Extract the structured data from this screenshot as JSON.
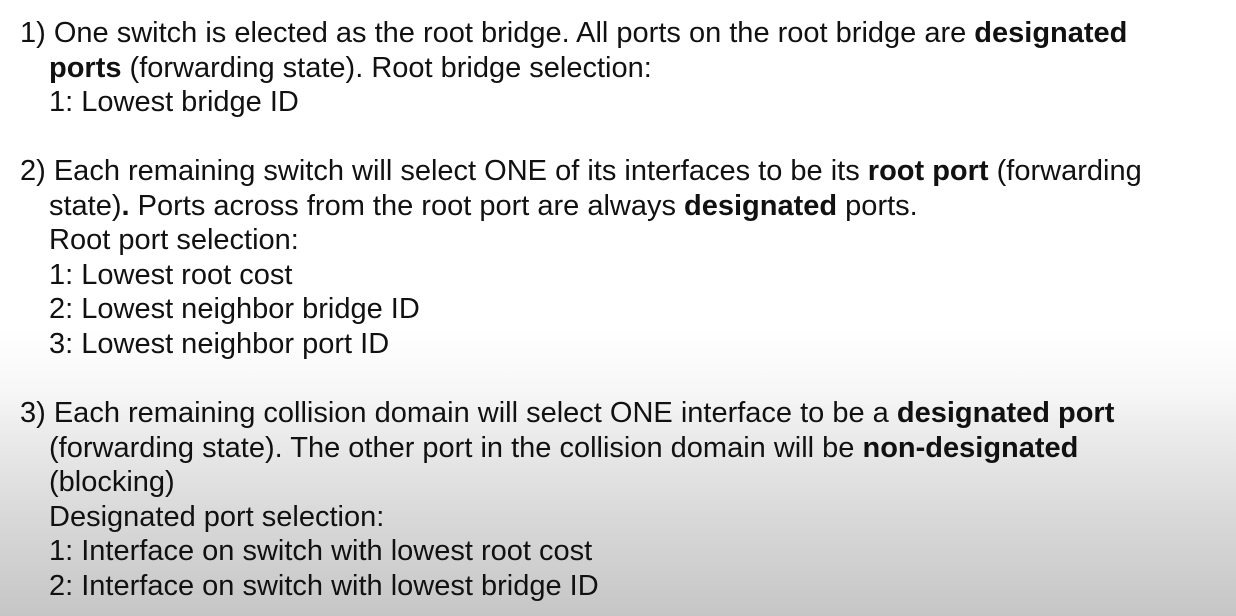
{
  "points": [
    {
      "lines": [
        [
          {
            "t": "1) One switch is elected as the root bridge.  All ports on the root bridge are ",
            "b": false
          },
          {
            "t": "designated",
            "b": true
          }
        ],
        [
          {
            "t": "ports",
            "b": true
          },
          {
            "t": " (forwarding state).  Root bridge selection:",
            "b": false
          }
        ],
        [
          {
            "t": "1: Lowest bridge ID",
            "b": false
          }
        ]
      ]
    },
    {
      "lines": [
        [
          {
            "t": "2) Each remaining switch will select ONE of its interfaces to be its ",
            "b": false
          },
          {
            "t": "root port",
            "b": true
          },
          {
            "t": " (forwarding",
            "b": false
          }
        ],
        [
          {
            "t": "state)",
            "b": false
          },
          {
            "t": ".",
            "b": true
          },
          {
            "t": "  Ports across from the root port are always ",
            "b": false
          },
          {
            "t": "designated",
            "b": true
          },
          {
            "t": " ports.",
            "b": false
          }
        ],
        [
          {
            "t": "Root port selection:",
            "b": false
          }
        ],
        [
          {
            "t": "1: Lowest root cost",
            "b": false
          }
        ],
        [
          {
            "t": "2: Lowest neighbor bridge ID",
            "b": false
          }
        ],
        [
          {
            "t": "3: Lowest neighbor port ID",
            "b": false
          }
        ]
      ]
    },
    {
      "lines": [
        [
          {
            "t": "3) Each remaining collision domain will select ONE interface to be a ",
            "b": false
          },
          {
            "t": "designated port",
            "b": true
          }
        ],
        [
          {
            "t": "(forwarding state).  The other port in the collision domain will be ",
            "b": false
          },
          {
            "t": "non-designated",
            "b": true
          }
        ],
        [
          {
            "t": "(blocking)",
            "b": false
          }
        ],
        [
          {
            "t": "Designated port selection:",
            "b": false
          }
        ],
        [
          {
            "t": "1: Interface on switch with lowest root cost",
            "b": false
          }
        ],
        [
          {
            "t": "2: Interface on switch with lowest bridge ID",
            "b": false
          }
        ]
      ]
    }
  ]
}
